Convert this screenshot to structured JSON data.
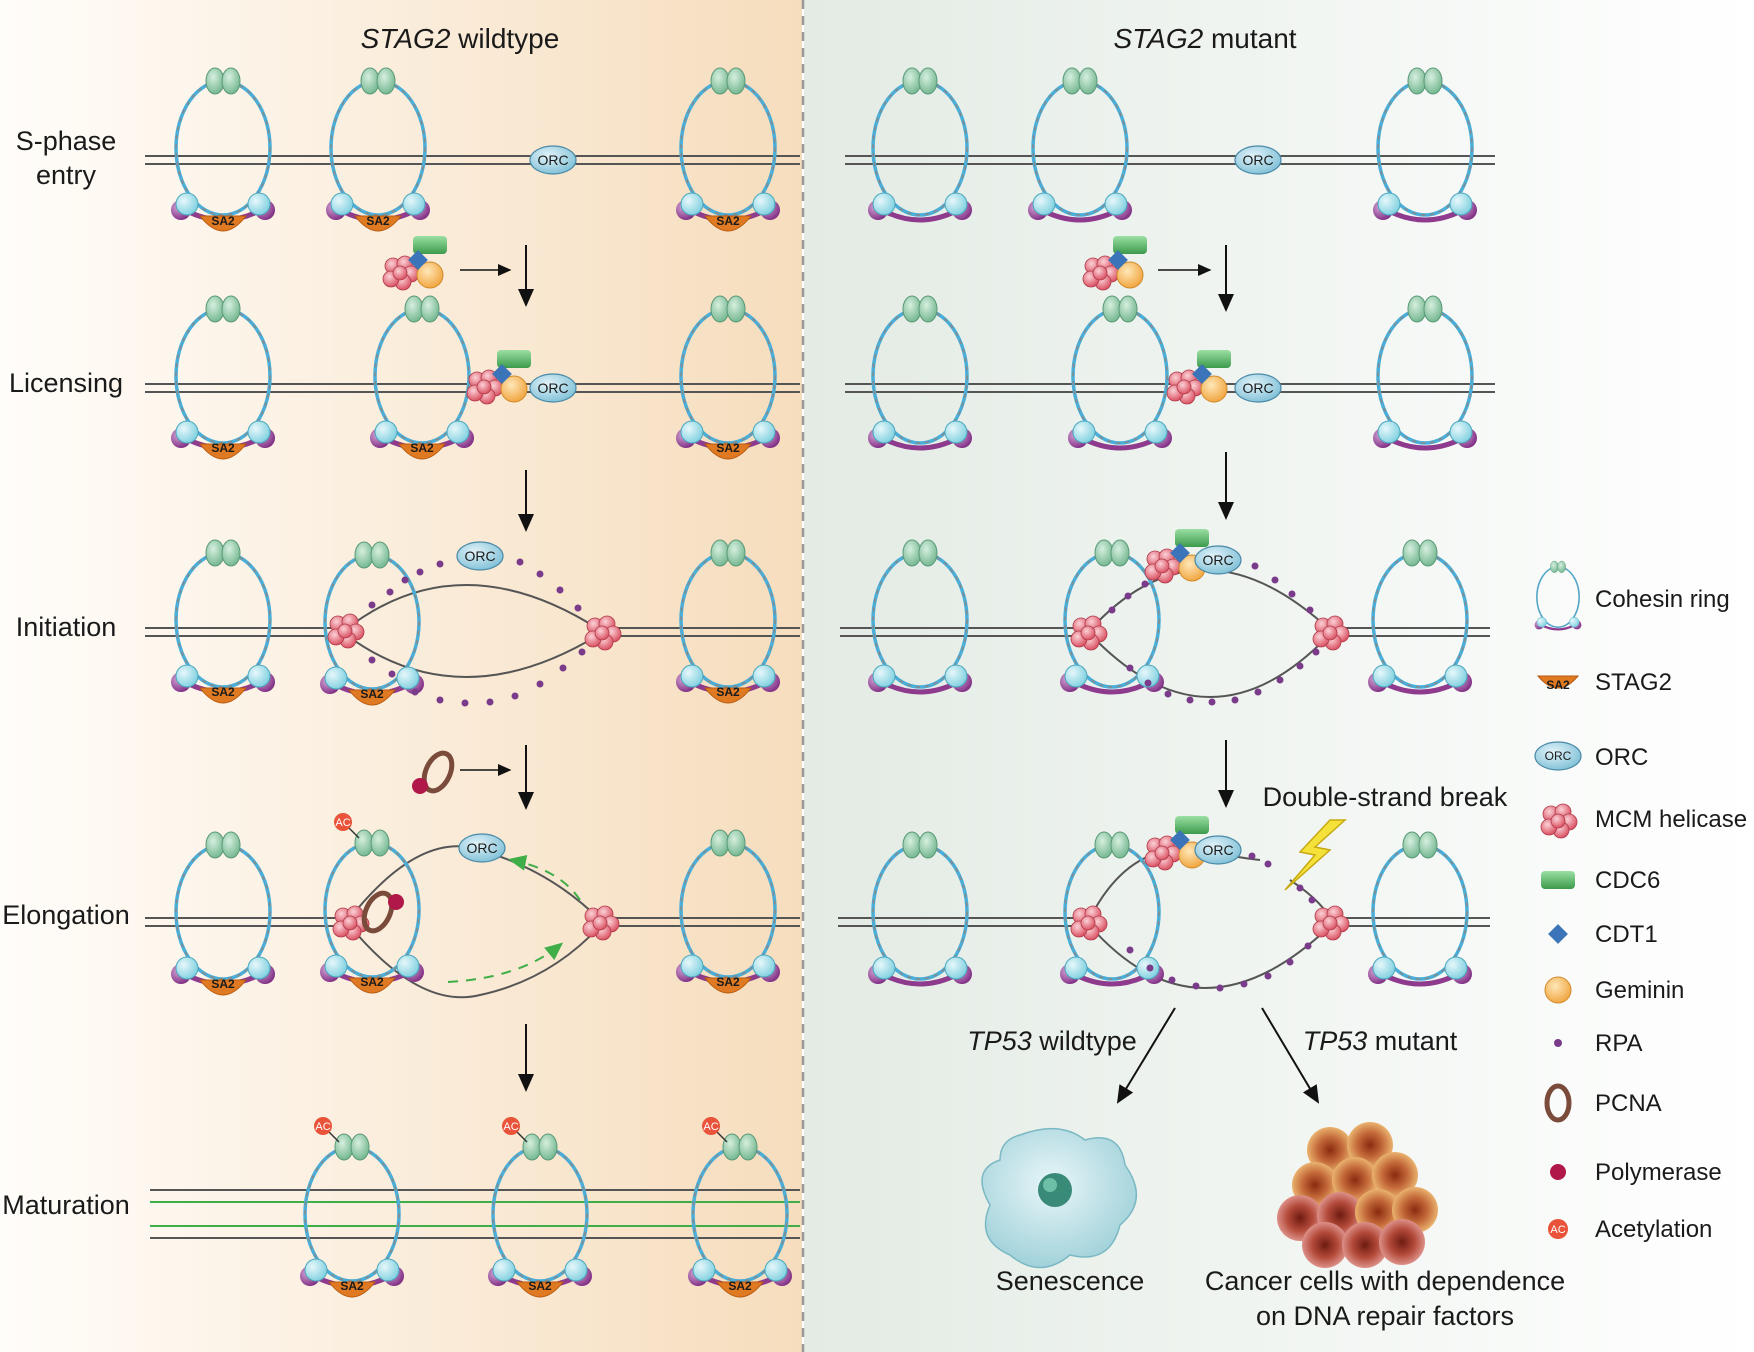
{
  "panels": {
    "left_title_italic": "STAG2",
    "left_title_rest": " wildtype",
    "right_title_italic": "STAG2",
    "right_title_rest": " mutant"
  },
  "rows": {
    "s_phase_line1": "S-phase",
    "s_phase_line2": "entry",
    "licensing": "Licensing",
    "initiation": "Initiation",
    "elongation": "Elongation",
    "maturation": "Maturation"
  },
  "complex_labels": {
    "orc": "ORC",
    "sa2": "SA2",
    "ac": "AC"
  },
  "annotations": {
    "dsb": "Double-strand break",
    "tp53_wt_italic": "TP53",
    "tp53_wt_rest": " wildtype",
    "tp53_mut_italic": "TP53",
    "tp53_mut_rest": " mutant",
    "senescence": "Senescence",
    "cancer_line1": "Cancer cells with dependence",
    "cancer_line2": "on DNA repair factors"
  },
  "legend": {
    "items": [
      {
        "label": "Cohesin ring",
        "icon": "cohesin-ring-icon"
      },
      {
        "label": "STAG2",
        "icon": "stag2-icon"
      },
      {
        "label": "ORC",
        "icon": "orc-icon"
      },
      {
        "label": "MCM helicase",
        "icon": "mcm-helicase-icon"
      },
      {
        "label": "CDC6",
        "icon": "cdc6-icon"
      },
      {
        "label": "CDT1",
        "icon": "cdt1-icon"
      },
      {
        "label": "Geminin",
        "icon": "geminin-icon"
      },
      {
        "label": "RPA",
        "icon": "rpa-icon"
      },
      {
        "label": "PCNA",
        "icon": "pcna-icon"
      },
      {
        "label": "Polymerase",
        "icon": "polymerase-icon"
      },
      {
        "label": "Acetylation",
        "icon": "acetylation-icon"
      }
    ]
  },
  "colors": {
    "wildtype_bg": "#f8e2c4",
    "mutant_bg": "#e6ece6",
    "cohesin_ring": "#4aaed8",
    "cohesin_head": "#8cc9a4",
    "cohesin_foot": "#7fd3e2",
    "kleisin": "#8e3b8e",
    "stag2": "#e07a22",
    "orc": "#8ccbe0",
    "mcm": "#e26a78",
    "cdc6": "#58b868",
    "cdt1": "#3b74b8",
    "geminin": "#f5b04a",
    "rpa": "#7a3c8a",
    "pcna": "#7a4a3a",
    "polymerase": "#b0184a",
    "acetylation": "#e8533a",
    "dna": "#555555",
    "new_dna": "#3fae49",
    "lightning": "#f4e23a"
  }
}
